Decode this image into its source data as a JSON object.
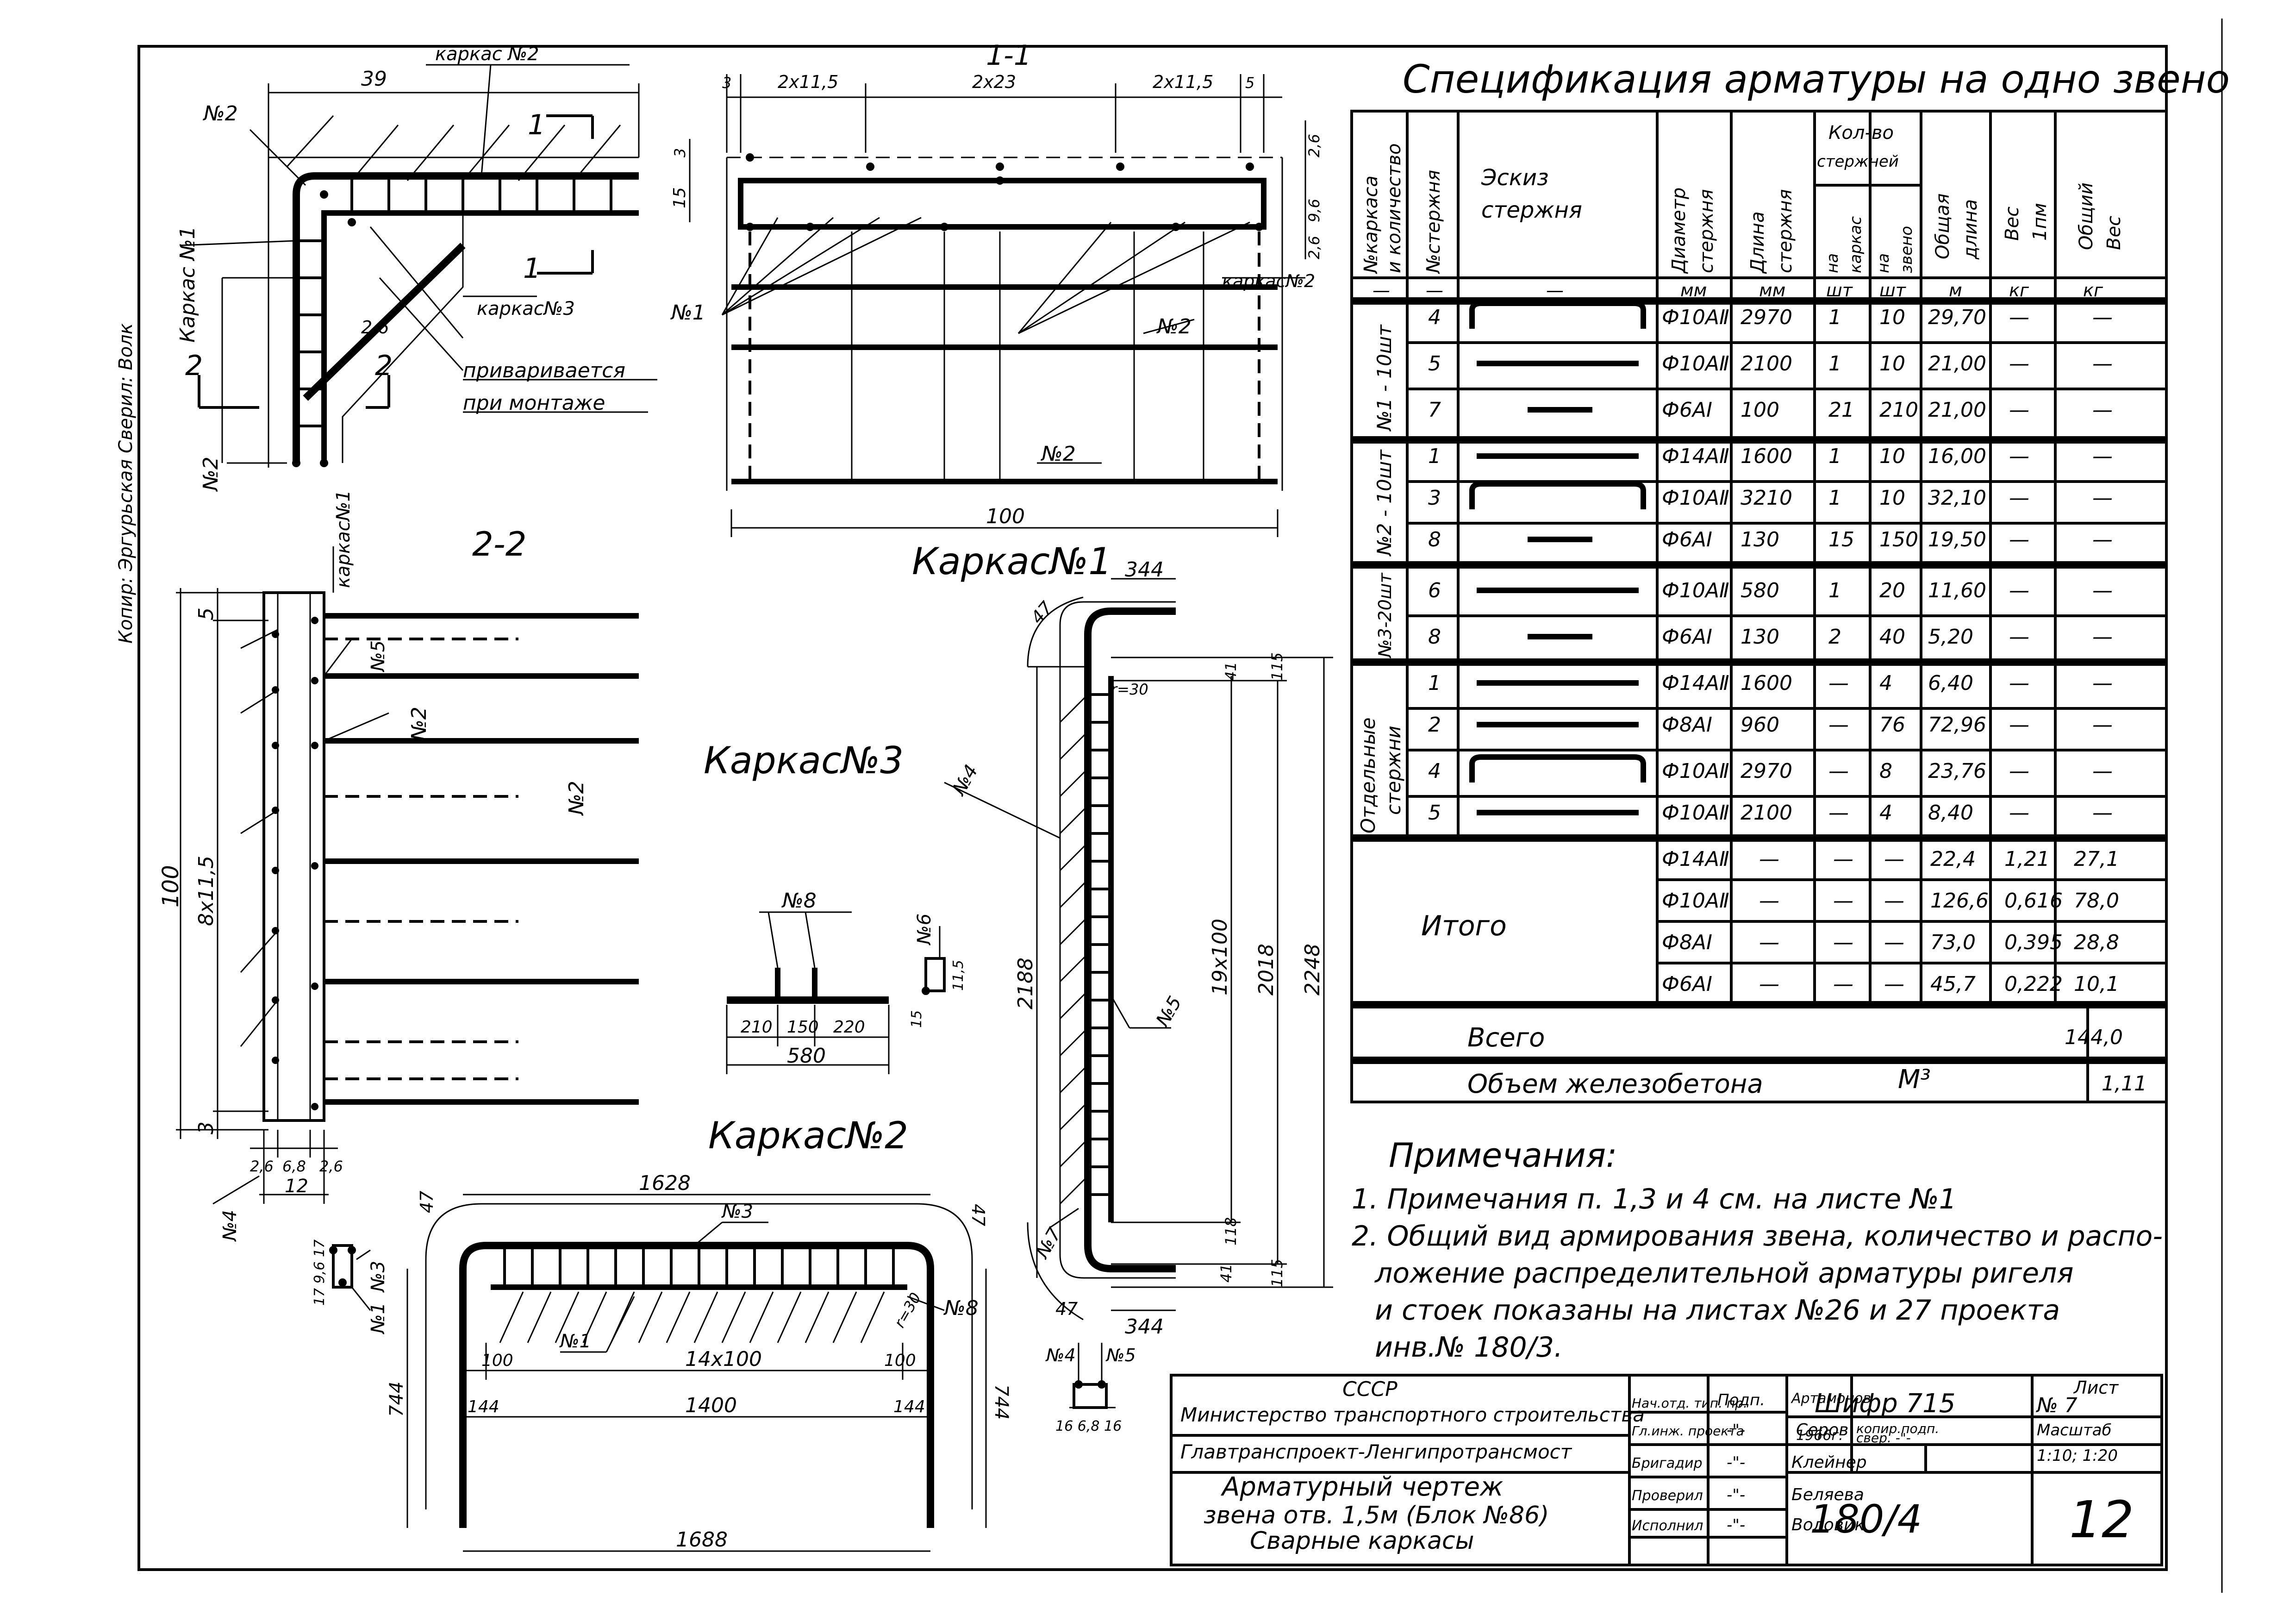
{
  "side_note": "Копир: Эргурьская Сверил: Волк",
  "spec": {
    "title": "Спецификация арматуры на одно звено",
    "headers": {
      "col1": [
        "№каркаса",
        "и количество"
      ],
      "col2": "№стержня",
      "col3": [
        "Эскиз",
        "стержня"
      ],
      "col4": [
        "Диаметр",
        "стержня"
      ],
      "col5": [
        "Длина",
        "стержня"
      ],
      "col6_group": [
        "Кол-во",
        "стержней"
      ],
      "col6a": [
        "на",
        "каркас"
      ],
      "col6b": [
        "на",
        "звено"
      ],
      "col7": [
        "Общая",
        "длина"
      ],
      "col8": [
        "Вес",
        "1пм"
      ],
      "col9": [
        "Общий",
        "Вес"
      ]
    },
    "units": [
      "—",
      "—",
      "—",
      "мм",
      "мм",
      "шт",
      "шт",
      "м",
      "кг",
      "кг"
    ],
    "groups": [
      {
        "label": "№1 - 10шт",
        "rows": [
          {
            "no": "4",
            "sketch": "hook",
            "dia": "Ф10АⅡ",
            "len": "2970",
            "per_frame": "1",
            "per_unit": "10",
            "total": "29,70",
            "w1": "—",
            "w": "—"
          },
          {
            "no": "5",
            "sketch": "bar-long",
            "dia": "Ф10АⅡ",
            "len": "2100",
            "per_frame": "1",
            "per_unit": "10",
            "total": "21,00",
            "w1": "—",
            "w": "—"
          },
          {
            "no": "7",
            "sketch": "bar-short",
            "dia": "Ф6АⅠ",
            "len": "100",
            "per_frame": "21",
            "per_unit": "210",
            "total": "21,00",
            "w1": "—",
            "w": "—"
          }
        ]
      },
      {
        "label": "№2 - 10шт",
        "rows": [
          {
            "no": "1",
            "sketch": "bar-long",
            "dia": "Ф14АⅡ",
            "len": "1600",
            "per_frame": "1",
            "per_unit": "10",
            "total": "16,00",
            "w1": "—",
            "w": "—"
          },
          {
            "no": "3",
            "sketch": "hook",
            "dia": "Ф10АⅡ",
            "len": "3210",
            "per_frame": "1",
            "per_unit": "10",
            "total": "32,10",
            "w1": "—",
            "w": "—"
          },
          {
            "no": "8",
            "sketch": "bar-short",
            "dia": "Ф6АⅠ",
            "len": "130",
            "per_frame": "15",
            "per_unit": "150",
            "total": "19,50",
            "w1": "—",
            "w": "—"
          }
        ]
      },
      {
        "label": "№3-20шт",
        "rows": [
          {
            "no": "6",
            "sketch": "bar-long",
            "dia": "Ф10АⅡ",
            "len": "580",
            "per_frame": "1",
            "per_unit": "20",
            "total": "11,60",
            "w1": "—",
            "w": "—"
          },
          {
            "no": "8",
            "sketch": "bar-short",
            "dia": "Ф6АⅠ",
            "len": "130",
            "per_frame": "2",
            "per_unit": "40",
            "total": "5,20",
            "w1": "—",
            "w": "—"
          }
        ]
      },
      {
        "label": "Отдельные стержни",
        "rows": [
          {
            "no": "1",
            "sketch": "bar-long",
            "dia": "Ф14АⅡ",
            "len": "1600",
            "per_frame": "—",
            "per_unit": "4",
            "total": "6,40",
            "w1": "—",
            "w": "—"
          },
          {
            "no": "2",
            "sketch": "bar-long",
            "dia": "Ф8АⅠ",
            "len": "960",
            "per_frame": "—",
            "per_unit": "76",
            "total": "72,96",
            "w1": "—",
            "w": "—"
          },
          {
            "no": "4",
            "sketch": "hook",
            "dia": "Ф10АⅡ",
            "len": "2970",
            "per_frame": "—",
            "per_unit": "8",
            "total": "23,76",
            "w1": "—",
            "w": "—"
          },
          {
            "no": "5",
            "sketch": "bar-long",
            "dia": "Ф10АⅡ",
            "len": "2100",
            "per_frame": "—",
            "per_unit": "4",
            "total": "8,40",
            "w1": "—",
            "w": "—"
          }
        ]
      }
    ],
    "totals_label": "Итого",
    "totals": [
      {
        "dia": "Ф14АⅡ",
        "len": "—",
        "per_frame": "—",
        "per_unit": "—",
        "total": "22,4",
        "w1": "1,21",
        "w": "27,1"
      },
      {
        "dia": "Ф10АⅡ",
        "len": "—",
        "per_frame": "—",
        "per_unit": "—",
        "total": "126,6",
        "w1": "0,616",
        "w": "78,0"
      },
      {
        "dia": "Ф8АⅠ",
        "len": "—",
        "per_frame": "—",
        "per_unit": "—",
        "total": "73,0",
        "w1": "0,395",
        "w": "28,8"
      },
      {
        "dia": "Ф6АⅠ",
        "len": "—",
        "per_frame": "—",
        "per_unit": "—",
        "total": "45,7",
        "w1": "0,222",
        "w": "10,1"
      }
    ],
    "grand_total_label": "Всего",
    "grand_total": "144,0",
    "volume_label": "Объем железобетона",
    "volume_unit": "М³",
    "volume": "1,11"
  },
  "notes": {
    "title": "Примечания:",
    "lines": [
      "1. Примечания п. 1,3 и 4 см. на листе №1",
      "2. Общий вид армирования звена, количество и распо-",
      "ложение распределительной арматуры ригеля",
      "и стоек показаны на листах №26 и 27 проекта",
      "инв.№ 180/3."
    ]
  },
  "views": {
    "top_left": {
      "frame2": "каркас №2",
      "dim39": "39",
      "n2a": "№2",
      "sec1": "1",
      "frame3": "каркас№3",
      "dim26": "2,6",
      "weld1": "приваривается",
      "weld2": "при монтаже",
      "sec2": "2",
      "frame1": "Каркас №1",
      "n2b": "№2"
    },
    "sec22": {
      "title": "2-2",
      "frame1": "каркас№1",
      "n5": "№5",
      "n2a": "№2",
      "n2b": "№2",
      "d5": "5",
      "d100": "100",
      "d8x": "8х11,5",
      "d3": "3",
      "b1": "2,6",
      "b2": "6,8",
      "b3": "2,6",
      "b12": "12",
      "n4": "№4",
      "s1": "17",
      "s2": "9,6",
      "s3": "17",
      "n3": "№3",
      "n1": "№1"
    },
    "k1": {
      "sec": "1-1",
      "d3": "3",
      "d2x115a": "2х11,5",
      "d2x23": "2х23",
      "d2x115b": "2х11,5",
      "d5": "5",
      "d3v": "3",
      "d15": "15",
      "d26": "2,6",
      "d96": "9,6",
      "d26b": "2,6",
      "frame2": "каркас№2",
      "n1": "№1",
      "n2a": "№2",
      "n2b": "№2",
      "d100": "100",
      "title": "Каркас№1"
    },
    "k3": {
      "title": "Каркас№3",
      "n8": "№8",
      "n6": "№6",
      "d115": "11,5",
      "d15": "15",
      "d210": "210",
      "d150": "150",
      "d220": "220",
      "d580": "580"
    },
    "k2": {
      "title": "Каркас№2",
      "d1628": "1628",
      "d47a": "47",
      "d47b": "47",
      "n3": "№3",
      "n1": "№1",
      "r30": "r=30",
      "n8": "№8",
      "d100a": "100",
      "d14x100": "14х100",
      "d100b": "100",
      "d144a": "144",
      "d1400": "1400",
      "d144b": "144",
      "d744a": "744",
      "d744b": "744",
      "d1688": "1688"
    },
    "post": {
      "d47a": "47",
      "d344a": "344",
      "r30": "r=30",
      "d41a": "41",
      "d115a": "115",
      "n4": "№4",
      "d2188": "2188",
      "d19x100": "19х100",
      "d2018": "2018",
      "d2248": "2248",
      "n5": "№5",
      "n7": "№7",
      "d118": "118",
      "d41b": "41",
      "d115b": "115",
      "d47b": "47",
      "d344b": "344",
      "n4b": "№4",
      "n5b": "№5",
      "s1": "16",
      "s2": "6,8",
      "s3": "16"
    }
  },
  "title_block": {
    "org1": "СССР",
    "org2": "Министерство транспортного строительства",
    "org3": "Главтранспроект-Ленгипротрансмост",
    "name1": "Арматурный чертеж",
    "name2": "звена отв. 1,5м (Блок №86)",
    "name3": "Сварные каркасы",
    "roles": [
      "Нач.отд. тип. пр.",
      "Гл.инж. проекта",
      "Бригадир",
      "Проверил",
      "Исполнил"
    ],
    "signs": [
      "Подп.",
      "-\"-",
      "-\"-",
      "-\"-",
      "-\"-"
    ],
    "names": [
      "Артамонов",
      "Серов",
      "Клейнер",
      "Беляева",
      "Воловик"
    ],
    "cipher": "Шифр 715",
    "sheet_label": "Лист",
    "sheet_no": "№ 7",
    "year": "1966г.",
    "copy_label": "копир.подп.",
    "check_label": "свер. -\"-",
    "scale_label": "Масштаб",
    "scale": "1:10; 1:20",
    "project": "180/4",
    "page": "12"
  }
}
